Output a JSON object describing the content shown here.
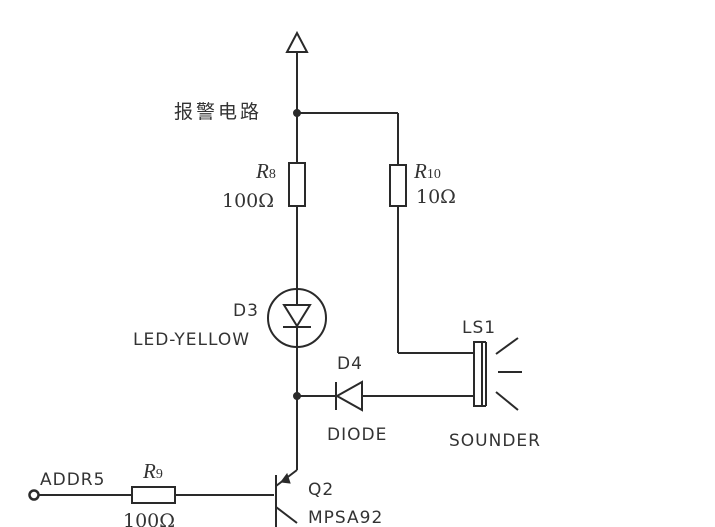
{
  "supply": {
    "net_label": "报警电路"
  },
  "r8": {
    "name": "R",
    "sub": "8",
    "value": "100Ω"
  },
  "r10": {
    "name": "R",
    "sub": "10",
    "value": "10Ω"
  },
  "d3": {
    "ref": "D3",
    "part": "LED-YELLOW"
  },
  "ls1": {
    "ref": "LS1",
    "part": "SOUNDER"
  },
  "d4": {
    "ref": "D4",
    "part": "DIODE"
  },
  "input": {
    "net_label": "ADDR5"
  },
  "r9": {
    "name": "R",
    "sub": "9",
    "value": "100Ω"
  },
  "q2": {
    "ref": "Q2",
    "part": "MPSA92"
  }
}
